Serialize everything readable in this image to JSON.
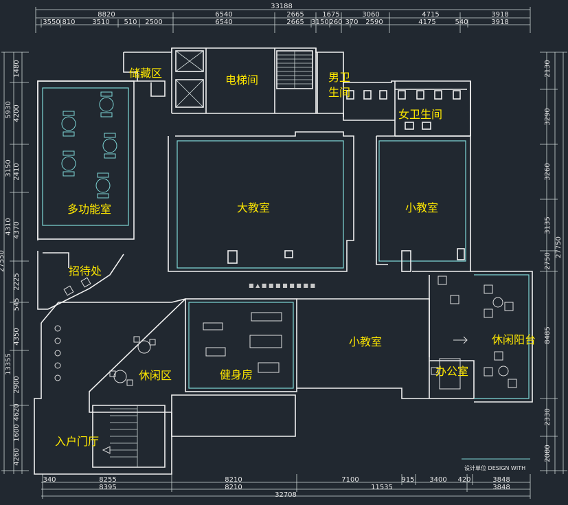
{
  "dimensions": {
    "top_total": "33188",
    "top_row1": [
      "8820",
      "6540",
      "2665",
      "1675",
      "3060",
      "4715",
      "3918"
    ],
    "top_row2": [
      "3550",
      "3510",
      "510",
      "2500",
      "6540",
      "2665",
      "3150",
      "260",
      "370",
      "2590",
      "4175",
      "540",
      "3918"
    ],
    "top_row2_extra": "810",
    "bottom_row1": [
      "340",
      "8255",
      "8210",
      "7100",
      "915",
      "3400",
      "420",
      "3848"
    ],
    "bottom_row2": [
      "8395",
      "8210",
      "11535",
      "3848"
    ],
    "bottom_total": "32708",
    "left": [
      "1480",
      "5930",
      "4200",
      "3150",
      "2410",
      "4310",
      "4370",
      "27550",
      "2225",
      "545",
      "4350",
      "13355",
      "2900",
      "4620",
      "1600",
      "4260"
    ],
    "right": [
      "2130",
      "3290",
      "3260",
      "3135",
      "2750",
      "27750",
      "8485",
      "2330",
      "2080"
    ]
  },
  "rooms": {
    "storage": "储藏区",
    "elevator": "电梯间",
    "male_wc_1": "男卫",
    "male_wc_2": "生间",
    "female_wc": "女卫生间",
    "multi": "多功能室",
    "big_class": "大教室",
    "small_class_1": "小教室",
    "reception": "招待处",
    "small_class_2": "小教室",
    "lounge_balcony": "休闲阳台",
    "office": "办公室",
    "rest_area": "休闲区",
    "gym": "健身房",
    "entrance": "入户门厅"
  },
  "notes": {
    "center_note": "■ ▲ ■ ■ ■ ■ ■ ■ ■ ■"
  },
  "design_label": "设计单位 DESIGN WITH"
}
